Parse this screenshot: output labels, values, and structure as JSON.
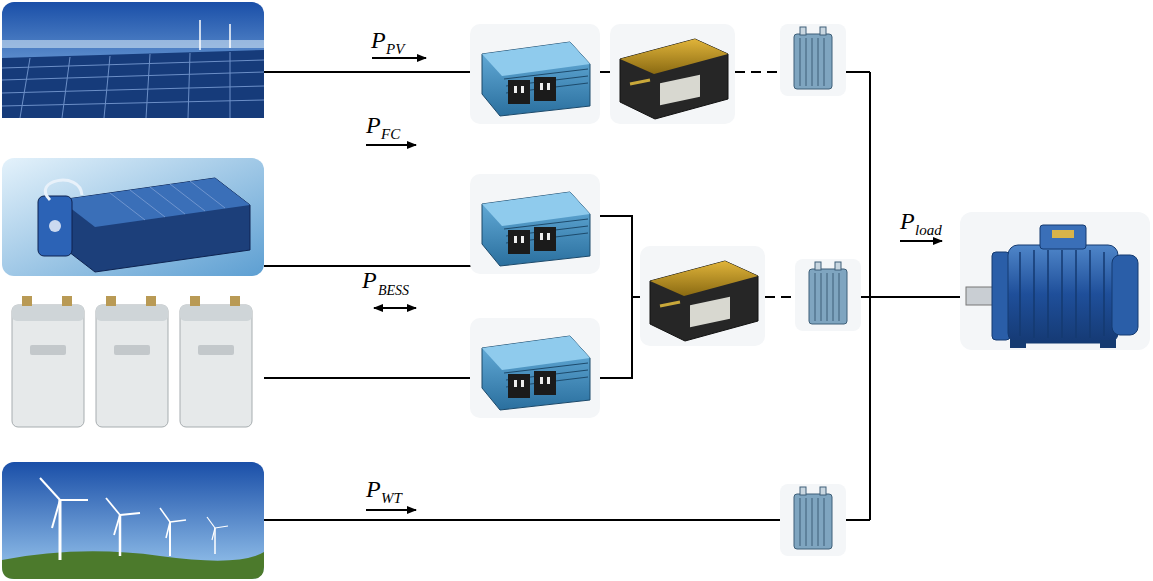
{
  "diagram": {
    "labels": [
      "P",
      "PV",
      "P",
      "FC",
      "P",
      "BESS",
      "P",
      "WT",
      "P",
      "load"
    ]
  }
}
